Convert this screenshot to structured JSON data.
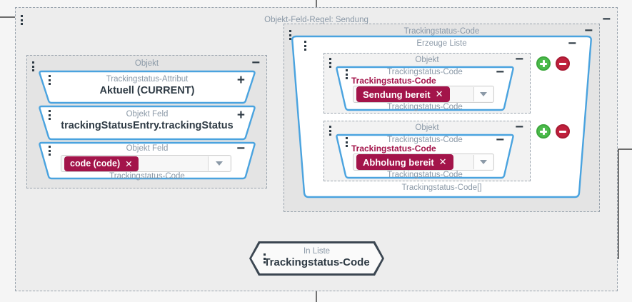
{
  "rule": {
    "title": "Objekt-Feld-Regel: Sendung",
    "collapse_icon": "minus-icon",
    "grip_icon": "drag-grip-icon"
  },
  "left_object": {
    "header_label": "Objekt",
    "collapse_icon": "minus-icon",
    "cards": [
      {
        "top_label": "Trackingstatus-Attribut",
        "main_text": "Aktuell (CURRENT)",
        "action_icon": "plus-icon",
        "action": "plus"
      },
      {
        "top_label": "Objekt Feld",
        "main_text": "trackingStatusEntry.trackingStatus",
        "action_icon": "plus-icon",
        "action": "plus"
      },
      {
        "top_label": "Objekt Feld",
        "bottom_label": "Trackingstatus-Code",
        "action_icon": "minus-icon",
        "action": "minus",
        "tag": "code (code)",
        "tag_remove_icon": "close-x-icon",
        "dropdown_icon": "chevron-down-icon"
      }
    ]
  },
  "right_panel": {
    "header_label": "Trackingstatus-Code",
    "collapse_icon": "minus-icon",
    "list_node": {
      "top_label": "Erzeuge Liste",
      "bottom_label": "Trackingstatus-Code[]",
      "collapse_icon": "minus-icon"
    },
    "items": [
      {
        "header_label": "Objekt",
        "header_collapse_icon": "minus-icon",
        "top_label": "Trackingstatus-Code",
        "field_label": "Trackingstatus-Code",
        "bottom_label": "Trackingstatus-Code",
        "collapse_icon": "minus-icon",
        "tag": "Sendung bereit",
        "tag_remove_icon": "close-x-icon",
        "dropdown_icon": "chevron-down-icon",
        "add_icon": "add-circle-icon",
        "remove_icon": "remove-circle-icon"
      },
      {
        "header_label": "Objekt",
        "header_collapse_icon": "minus-icon",
        "top_label": "Trackingstatus-Code",
        "field_label": "Trackingstatus-Code",
        "bottom_label": "Trackingstatus-Code",
        "collapse_icon": "minus-icon",
        "tag": "Abholung bereit",
        "tag_remove_icon": "close-x-icon",
        "dropdown_icon": "chevron-down-icon",
        "add_icon": "add-circle-icon",
        "remove_icon": "remove-circle-icon"
      }
    ]
  },
  "in_liste_node": {
    "top_label": "In Liste",
    "main_text": "Trackingstatus-Code",
    "grip_icon": "drag-grip-icon"
  },
  "colors": {
    "accent_blue": "#4aa3df",
    "tag_magenta": "#a3144a",
    "label_gray": "#8b99a7",
    "text_dark": "#2f3b45",
    "add_green": "#4cbb4c",
    "remove_red": "#c0203c",
    "canvas_bg": "#f5f5f5",
    "frame_bg": "#ededed"
  }
}
